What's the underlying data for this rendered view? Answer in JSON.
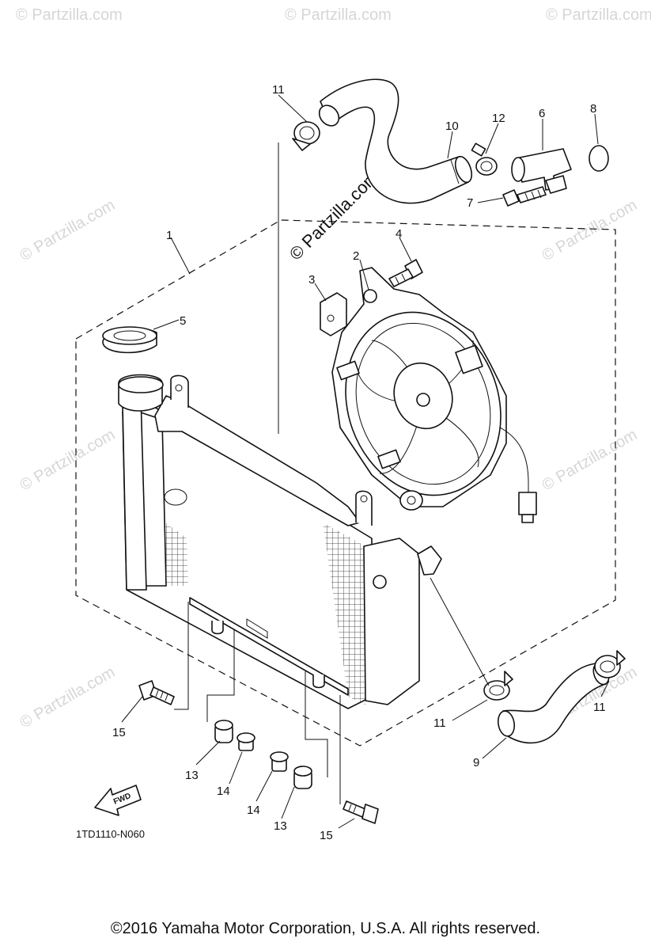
{
  "watermark": "© Partzilla.com",
  "drawing_code": "1TD1110-N060",
  "fwd_label": "FWD",
  "copyright": "©2016  Yamaha Motor Corporation, U.S.A. All rights reserved.",
  "callouts": {
    "p1": "1",
    "p2": "2",
    "p3": "3",
    "p4": "4",
    "p5": "5",
    "p6": "6",
    "p7": "7",
    "p8": "8",
    "p9": "9",
    "p10": "10",
    "p11a": "11",
    "p11b": "11",
    "p11c": "11",
    "p12": "12",
    "p13a": "13",
    "p13b": "13",
    "p14a": "14",
    "p14b": "14",
    "p15a": "15",
    "p15b": "15"
  }
}
